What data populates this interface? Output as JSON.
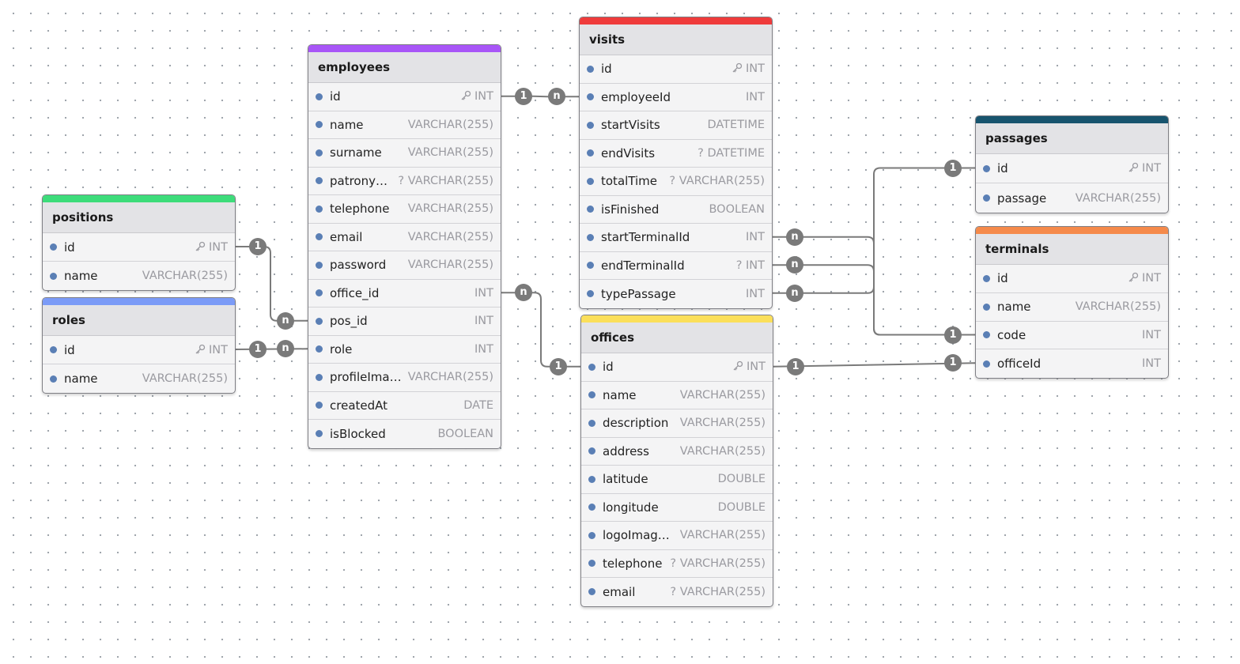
{
  "tables": [
    {
      "id": "employees",
      "name": "employees",
      "color": "#a855f7",
      "fields": [
        {
          "name": "id",
          "type": "INT",
          "pk": true
        },
        {
          "name": "name",
          "type": "VARCHAR(255)"
        },
        {
          "name": "surname",
          "type": "VARCHAR(255)"
        },
        {
          "name": "patronymic",
          "type": "? VARCHAR(255)"
        },
        {
          "name": "telephone",
          "type": "VARCHAR(255)"
        },
        {
          "name": "email",
          "type": "VARCHAR(255)"
        },
        {
          "name": "password",
          "type": "VARCHAR(255)"
        },
        {
          "name": "office_id",
          "type": "INT"
        },
        {
          "name": "pos_id",
          "type": "INT"
        },
        {
          "name": "role",
          "type": "INT"
        },
        {
          "name": "profileImage...",
          "type": "VARCHAR(255)"
        },
        {
          "name": "createdAt",
          "type": "DATE"
        },
        {
          "name": "isBlocked",
          "type": "BOOLEAN"
        }
      ]
    },
    {
      "id": "visits",
      "name": "visits",
      "color": "#ef3b3b",
      "fields": [
        {
          "name": "id",
          "type": "INT",
          "pk": true
        },
        {
          "name": "employeeId",
          "type": "INT"
        },
        {
          "name": "startVisits",
          "type": "DATETIME"
        },
        {
          "name": "endVisits",
          "type": "? DATETIME"
        },
        {
          "name": "totalTime",
          "type": "? VARCHAR(255)"
        },
        {
          "name": "isFinished",
          "type": "BOOLEAN"
        },
        {
          "name": "startTerminalId",
          "type": "INT"
        },
        {
          "name": "endTerminalId",
          "type": "? INT"
        },
        {
          "name": "typePassage",
          "type": "INT"
        }
      ]
    },
    {
      "id": "positions",
      "name": "positions",
      "color": "#3ddc7a",
      "fields": [
        {
          "name": "id",
          "type": "INT",
          "pk": true
        },
        {
          "name": "name",
          "type": "VARCHAR(255)"
        }
      ]
    },
    {
      "id": "roles",
      "name": "roles",
      "color": "#7b9bf7",
      "fields": [
        {
          "name": "id",
          "type": "INT",
          "pk": true
        },
        {
          "name": "name",
          "type": "VARCHAR(255)"
        }
      ]
    },
    {
      "id": "offices",
      "name": "offices",
      "color": "#fbdf5a",
      "fields": [
        {
          "name": "id",
          "type": "INT",
          "pk": true
        },
        {
          "name": "name",
          "type": "VARCHAR(255)"
        },
        {
          "name": "description",
          "type": "VARCHAR(255)"
        },
        {
          "name": "address",
          "type": "VARCHAR(255)"
        },
        {
          "name": "latitude",
          "type": "DOUBLE"
        },
        {
          "name": "longitude",
          "type": "DOUBLE"
        },
        {
          "name": "logoImageUrl",
          "type": "VARCHAR(255)"
        },
        {
          "name": "telephone",
          "type": "? VARCHAR(255)"
        },
        {
          "name": "email",
          "type": "? VARCHAR(255)"
        }
      ]
    },
    {
      "id": "passages",
      "name": "passages",
      "color": "#17546e",
      "fields": [
        {
          "name": "id",
          "type": "INT",
          "pk": true
        },
        {
          "name": "passage",
          "type": "VARCHAR(255)"
        }
      ]
    },
    {
      "id": "terminals",
      "name": "terminals",
      "color": "#f58a4b",
      "fields": [
        {
          "name": "id",
          "type": "INT",
          "pk": true
        },
        {
          "name": "name",
          "type": "VARCHAR(255)"
        },
        {
          "name": "code",
          "type": "INT"
        },
        {
          "name": "officeId",
          "type": "INT"
        }
      ]
    }
  ],
  "relations": [
    {
      "from": "employees.id",
      "to": "visits.employeeId",
      "from_card": "1",
      "to_card": "n"
    },
    {
      "from": "positions.id",
      "to": "employees.pos_id",
      "from_card": "1",
      "to_card": "n"
    },
    {
      "from": "roles.id",
      "to": "employees.role",
      "from_card": "1",
      "to_card": "n"
    },
    {
      "from": "employees.office_id",
      "to": "offices.id",
      "from_card": "n",
      "to_card": "1"
    },
    {
      "from": "offices.id",
      "to": "terminals.officeId",
      "from_card": "1",
      "to_card": "1"
    },
    {
      "from": "visits.startTerminalId",
      "to": "terminals.code",
      "from_card": "n",
      "to_card": "1"
    },
    {
      "from": "visits.endTerminalId",
      "to": "terminals.code",
      "from_card": "n",
      "to_card": "1"
    },
    {
      "from": "visits.typePassage",
      "to": "passages.id",
      "from_card": "n",
      "to_card": "1"
    }
  ]
}
